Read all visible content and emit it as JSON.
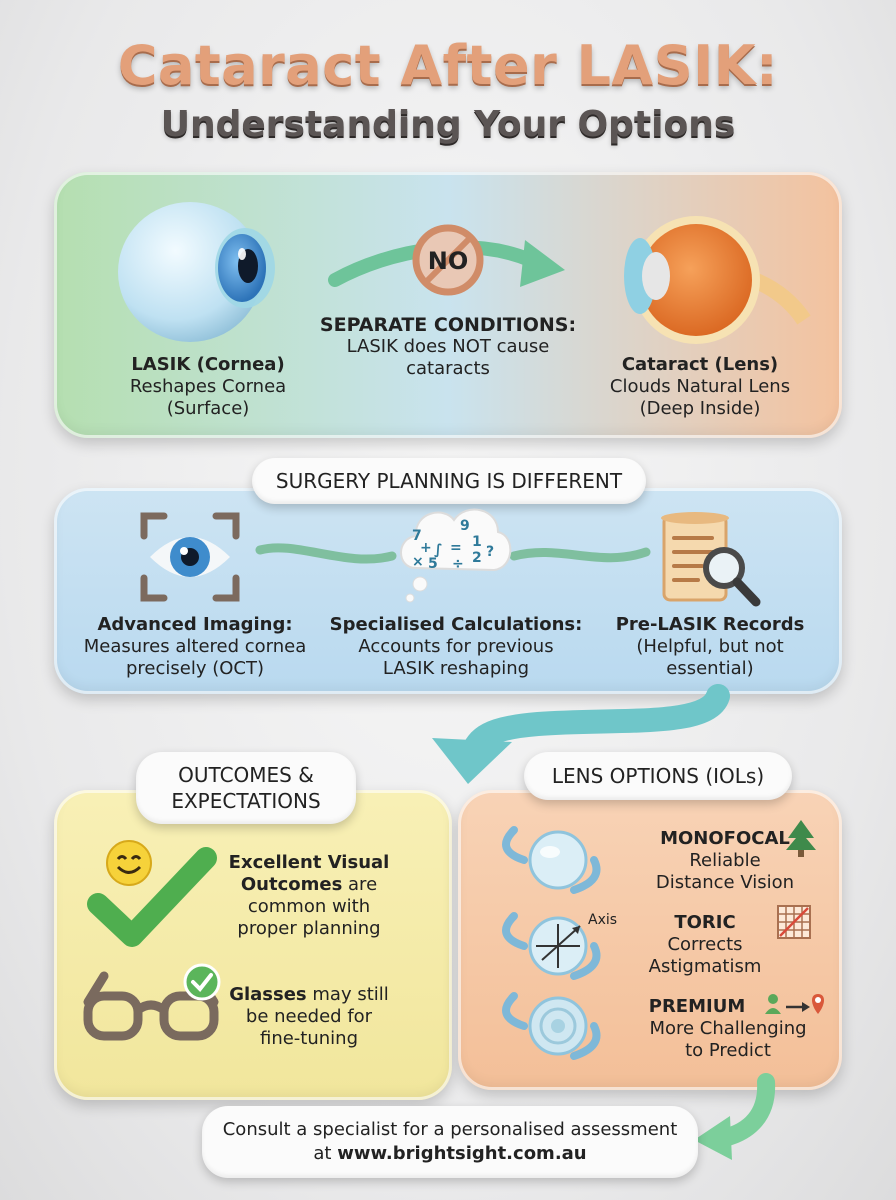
{
  "header": {
    "title": "Cataract After LASIK:",
    "subtitle": "Understanding Your Options"
  },
  "section1": {
    "lasik_title": "LASIK (Cornea)",
    "lasik_line1": "Reshapes Cornea",
    "lasik_line2": "(Surface)",
    "no_badge": "NO",
    "middle_title": "SEPARATE CONDITIONS:",
    "middle_line1": "LASIK does NOT cause",
    "middle_line2": "cataracts",
    "cataract_title": "Cataract (Lens)",
    "cataract_line1": "Clouds Natural Lens",
    "cataract_line2": "(Deep Inside)"
  },
  "section2": {
    "banner": "SURGERY PLANNING IS DIFFERENT",
    "imaging_title": "Advanced Imaging:",
    "imaging_line1": "Measures altered cornea",
    "imaging_line2": "precisely (OCT)",
    "calc_title": "Specialised Calculations:",
    "calc_line1": "Accounts for previous",
    "calc_line2": "LASIK reshaping",
    "records_title": "Pre-LASIK Records",
    "records_line1": "(Helpful, but not",
    "records_line2": "essential)"
  },
  "outcomes": {
    "banner_line1": "OUTCOMES &",
    "banner_line2": "EXPECTATIONS",
    "item1_bold": "Excellent Visual",
    "item1_bold2": "Outcomes",
    "item1_rest1": "are",
    "item1_rest2": "common with",
    "item1_rest3": "proper planning",
    "item2_bold": "Glasses",
    "item2_rest1": "may still",
    "item2_rest2": "be needed for",
    "item2_rest3": "fine-tuning"
  },
  "lenses": {
    "banner": "LENS OPTIONS (IOLs)",
    "axis_label": "Axis",
    "mono_title": "MONOFOCAL",
    "mono_line1": "Reliable",
    "mono_line2": "Distance Vision",
    "toric_title": "TORIC",
    "toric_line1": "Corrects",
    "toric_line2": "Astigmatism",
    "premium_title": "PREMIUM",
    "premium_line1": "More Challenging",
    "premium_line2": "to Predict"
  },
  "footer": {
    "line1": "Consult a specialist for a personalised assessment",
    "line2_prefix": "at",
    "url": "www.brightsight.com.au"
  },
  "calc_symbols": [
    "7",
    "9",
    "+",
    "∫",
    "=",
    "1",
    "2",
    "×",
    "5",
    "÷",
    "?"
  ],
  "colors": {
    "title": "#e3a07a",
    "subtitle": "#5b5554",
    "green_panel": "#b5dfb0",
    "peach_panel": "#f4c29e",
    "blue_panel": "#b9d9ef",
    "yellow_panel": "#f1e69c",
    "arrow_green": "#7ccf9b",
    "arrow_teal": "#6fc6c9"
  },
  "icons": [
    "eye-icon",
    "no-sign-icon",
    "cross-section-eye-icon",
    "scan-eye-icon",
    "math-cloud-icon",
    "scroll-magnifier-icon",
    "smiley-icon",
    "checkmark-icon",
    "glasses-icon",
    "tree-icon",
    "grid-icon",
    "person-route-icon",
    "lens-icon"
  ]
}
